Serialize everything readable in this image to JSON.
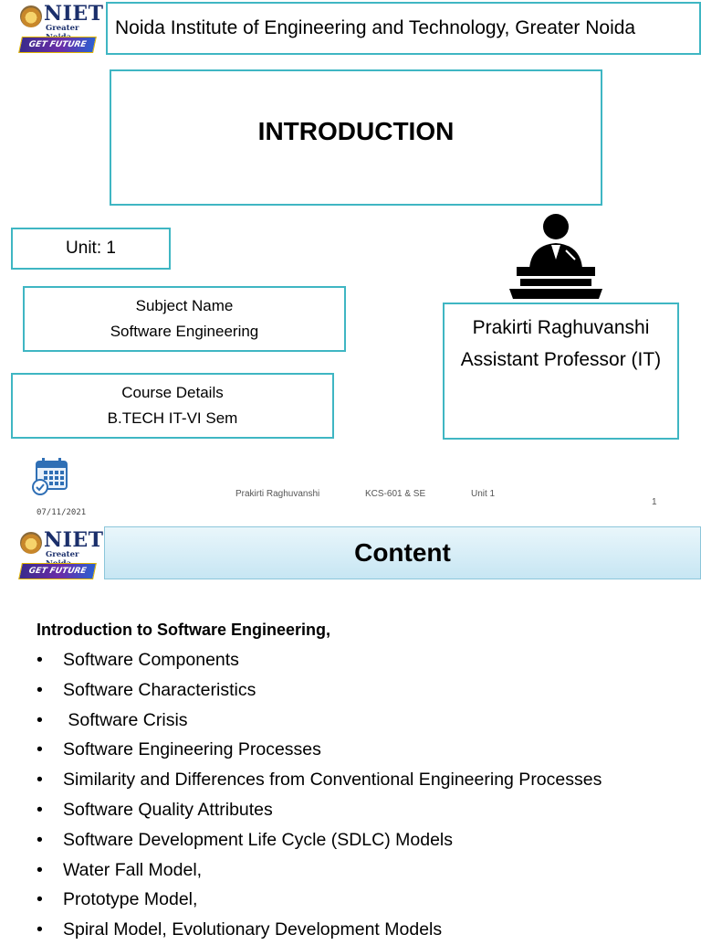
{
  "slide1": {
    "logo": {
      "name": "NIET",
      "sub": "Greater Noida",
      "tagline": "GET FUTURE READY"
    },
    "institute": "Noida Institute of Engineering and Technology, Greater Noida",
    "title": "INTRODUCTION",
    "unit": "Unit: 1",
    "subject_label": "Subject Name",
    "subject_value": "Software Engineering",
    "course_label": "Course Details",
    "course_value": "B.TECH IT-VI Sem",
    "professor_name": "Prakirti Raghuvanshi",
    "professor_title": "Assistant Professor (IT)",
    "presenter_icon": "presenter-at-podium-icon",
    "calendar_icon": "calendar-icon",
    "footer": {
      "author": "Prakirti Raghuvanshi",
      "course_code": "KCS-601 & SE",
      "unit": "Unit 1",
      "page": "1",
      "date": "07/11/2021"
    }
  },
  "slide2": {
    "logo": {
      "name": "NIET",
      "sub": "Greater Noida",
      "tagline": "GET FUTURE READY"
    },
    "title": "Content",
    "intro": "Introduction to Software Engineering,",
    "bullet_symbol": "•",
    "items": [
      "Software Components",
      "Software Characteristics",
      " Software Crisis",
      "Software Engineering Processes",
      "Similarity and Differences from Conventional Engineering Processes",
      "Software Quality Attributes",
      "Software Development Life Cycle (SDLC) Models",
      "Water Fall Model,",
      "Prototype Model,",
      "Spiral Model, Evolutionary Development Models"
    ]
  }
}
